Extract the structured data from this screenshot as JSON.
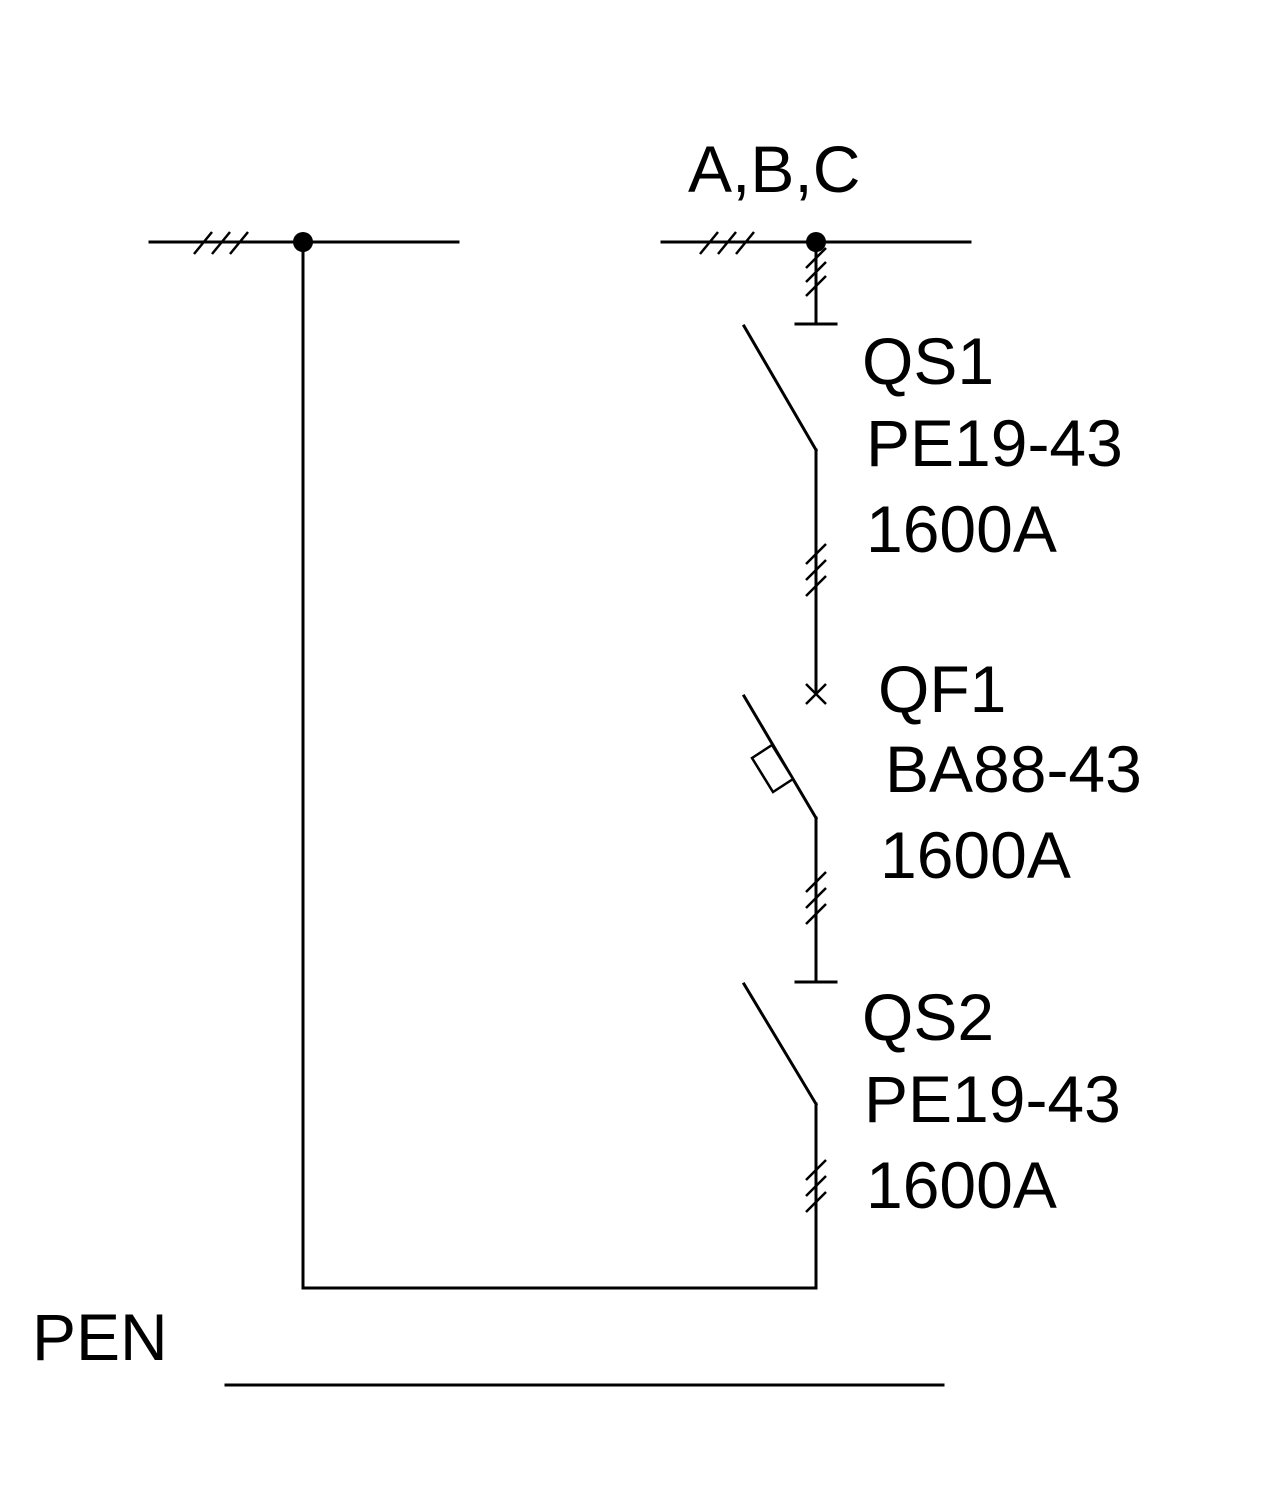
{
  "bus": {
    "phases_label": "A,B,C",
    "pen_label": "PEN"
  },
  "devices": [
    {
      "id": "qs1",
      "designation": "QS1",
      "type": "PE19-43",
      "rating": "1600A",
      "kind": "disconnector"
    },
    {
      "id": "qf1",
      "designation": "QF1",
      "type": "BA88-43",
      "rating": "1600A",
      "kind": "circuit-breaker"
    },
    {
      "id": "qs2",
      "designation": "QS2",
      "type": "PE19-43",
      "rating": "1600A",
      "kind": "disconnector"
    }
  ]
}
